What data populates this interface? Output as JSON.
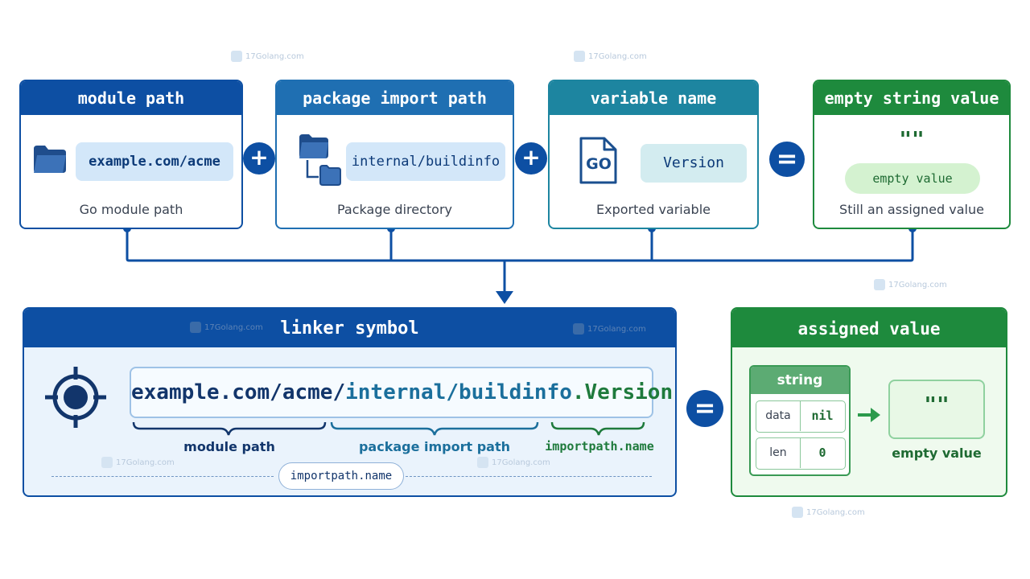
{
  "watermark": "17Golang.com",
  "top": {
    "module": {
      "title": "module path",
      "value": "example.com/acme",
      "caption": "Go module path",
      "icon": "folder-icon"
    },
    "package": {
      "title": "package import path",
      "value": "internal/buildinfo",
      "caption": "Package directory",
      "icon": "folder-tree-icon"
    },
    "variable": {
      "title": "variable name",
      "value": "Version",
      "caption": "Exported variable",
      "icon": "go-file-icon",
      "icon_text": "GO"
    },
    "empty": {
      "title": "empty string value",
      "quote": "\"\"",
      "value": "empty value",
      "caption": "Still an assigned value"
    }
  },
  "operators": {
    "plus": "+",
    "equals": "="
  },
  "linker": {
    "title": "linker symbol",
    "icon": "target-icon",
    "symbol_part1": "example.com/acme/",
    "symbol_part2": "internal/buildinfo",
    "symbol_part3": ".Version",
    "brace_labels": [
      "module path",
      "package import path",
      "importpath.name"
    ],
    "footer_label": "importpath.name"
  },
  "assigned": {
    "title": "assigned value",
    "struct_title": "string",
    "fields": [
      {
        "name": "data",
        "value": "nil"
      },
      {
        "name": "len",
        "value": "0"
      }
    ],
    "result_quote": "\"\"",
    "result_label": "empty value",
    "arrow_icon": "arrow-right-icon"
  },
  "colors": {
    "blue_dark": "#0d4fa3",
    "blue_mid": "#1f6fb2",
    "teal": "#1d85a0",
    "green": "#1e8a3d",
    "pill_blue": "#d3e7f9",
    "pill_teal": "#d3ecf0",
    "pill_green": "#d4f2d0"
  }
}
